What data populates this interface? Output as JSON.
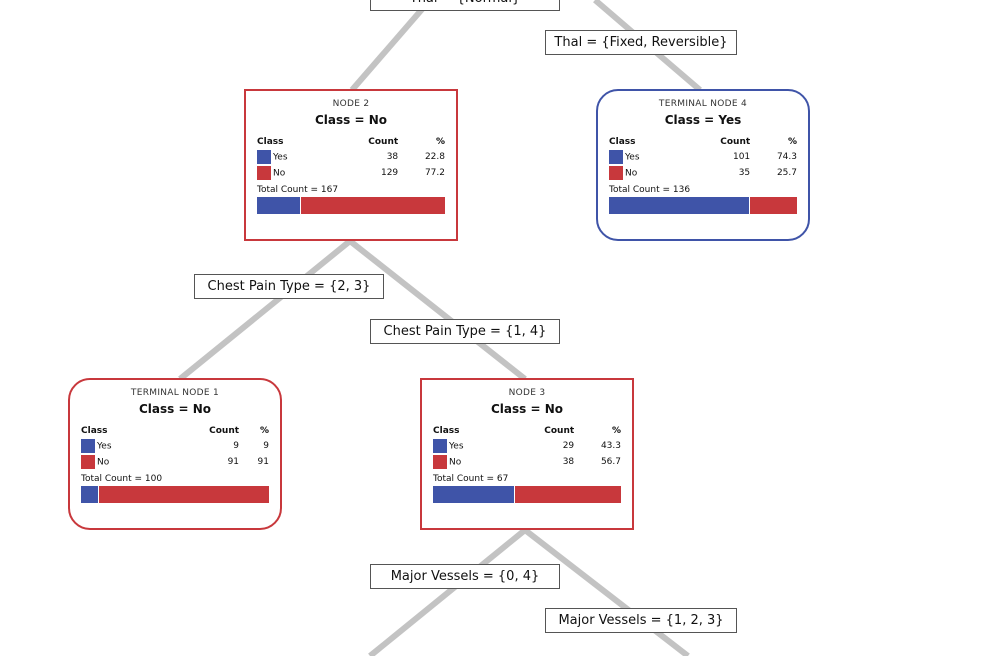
{
  "colors": {
    "yes": "#3f54a8",
    "no": "#c8383c",
    "edge": "#c3c3c3"
  },
  "split_labels": {
    "thal_normal": "Thal = {Normal}",
    "thal_fixed_reversible": "Thal = {Fixed, Reversible}",
    "chest_pain_2_3": "Chest Pain Type = {2, 3}",
    "chest_pain_1_4": "Chest Pain Type = {1, 4}",
    "vessels_0_4": "Major Vessels = {0, 4}",
    "vessels_1_2_3": "Major Vessels = {1, 2, 3}"
  },
  "table_headers": {
    "class": "Class",
    "count": "Count",
    "pct": "%"
  },
  "nodes": {
    "node2": {
      "title": "NODE 2",
      "class": "Class = No",
      "yes_label": "Yes",
      "yes_count": "38",
      "yes_pct": "22.8",
      "no_label": "No",
      "no_count": "129",
      "no_pct": "77.2",
      "total": "Total Count = 167",
      "yes_frac": 0.228
    },
    "node4": {
      "title": "TERMINAL NODE 4",
      "class": "Class = Yes",
      "yes_label": "Yes",
      "yes_count": "101",
      "yes_pct": "74.3",
      "no_label": "No",
      "no_count": "35",
      "no_pct": "25.7",
      "total": "Total Count = 136",
      "yes_frac": 0.743
    },
    "node1": {
      "title": "TERMINAL NODE 1",
      "class": "Class = No",
      "yes_label": "Yes",
      "yes_count": "9",
      "yes_pct": "9",
      "no_label": "No",
      "no_count": "91",
      "no_pct": "91",
      "total": "Total Count = 100",
      "yes_frac": 0.09
    },
    "node3": {
      "title": "NODE 3",
      "class": "Class = No",
      "yes_label": "Yes",
      "yes_count": "29",
      "yes_pct": "43.3",
      "no_label": "No",
      "no_count": "38",
      "no_pct": "56.7",
      "total": "Total Count = 67",
      "yes_frac": 0.433
    }
  }
}
